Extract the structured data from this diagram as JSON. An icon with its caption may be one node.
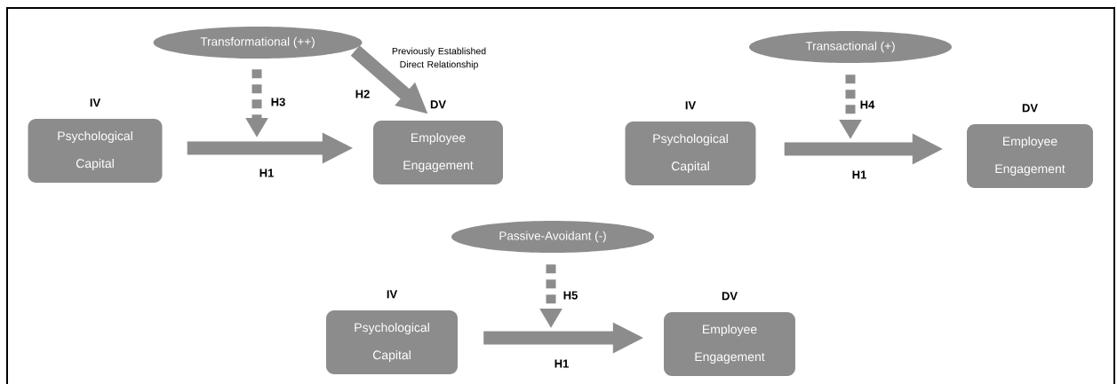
{
  "diagram": {
    "nodes": [
      {
        "text": [
          "Transformational (++)"
        ]
      },
      {
        "text": [
          "Psychological Capital"
        ],
        "beside": [
          "IV"
        ]
      },
      {
        "text": [
          "Employee Engagement"
        ],
        "beside": [
          "DV"
        ]
      },
      {
        "text": [
          "Transactional (+)"
        ]
      },
      {
        "text": [
          "Psychological Capital"
        ],
        "beside": [
          "IV"
        ]
      },
      {
        "text": [
          "Employee Engagement"
        ],
        "beside": [
          "DV"
        ]
      },
      {
        "text": [
          "Passive-Avoidant (-)"
        ]
      },
      {
        "text": [
          "Psychological Capital"
        ],
        "beside": [
          "IV"
        ]
      },
      {
        "text": [
          "Employee Engagement"
        ],
        "beside": [
          "DV"
        ]
      }
    ],
    "edges": [
      {
        "from": 1,
        "to": 2,
        "arrow": "to",
        "label": "H1"
      },
      {
        "from": 0,
        "to": null,
        "arrow": "to",
        "label": "H3",
        "style": "dashed"
      },
      {
        "from": 0,
        "to": 2,
        "arrow": "to",
        "label": "H2"
      },
      {
        "from": 4,
        "to": 5,
        "arrow": "to",
        "label": "H1"
      },
      {
        "from": 3,
        "to": null,
        "arrow": "to",
        "label": "H4",
        "style": "dashed"
      },
      {
        "from": 7,
        "to": 8,
        "arrow": "to",
        "label": "H1"
      },
      {
        "from": 6,
        "to": null,
        "arrow": "to",
        "label": "H5",
        "style": "dashed"
      }
    ],
    "labels": [
      "Previously Established Direct Relationship"
    ]
  }
}
